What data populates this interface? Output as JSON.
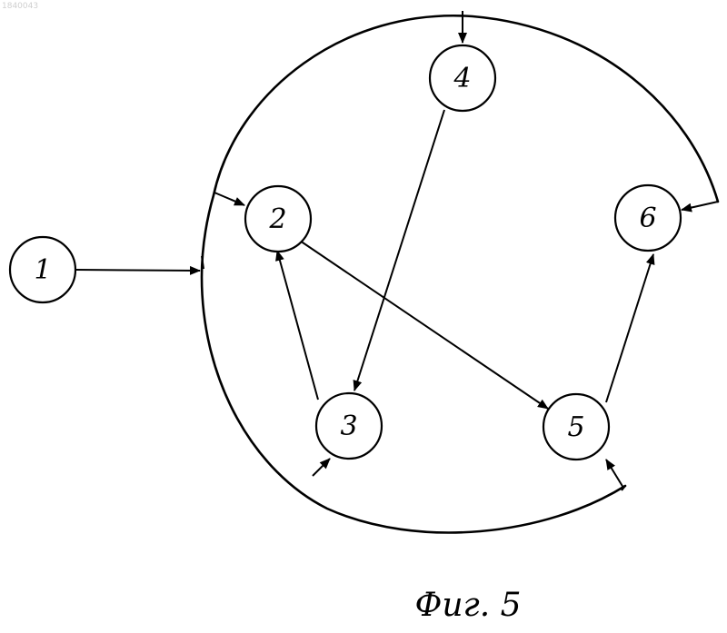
{
  "document_id": "1840043",
  "caption": "Фиг. 5",
  "colors": {
    "ink": "#000000",
    "paper": "#ffffff"
  },
  "nodes": [
    {
      "id": "1",
      "label": "1"
    },
    {
      "id": "2",
      "label": "2"
    },
    {
      "id": "3",
      "label": "3"
    },
    {
      "id": "4",
      "label": "4"
    },
    {
      "id": "5",
      "label": "5"
    },
    {
      "id": "6",
      "label": "6"
    }
  ],
  "edges": [
    {
      "from": "1",
      "to": "ring"
    },
    {
      "from": "ring",
      "to": "2"
    },
    {
      "from": "ring",
      "to": "4"
    },
    {
      "from": "4",
      "to": "3"
    },
    {
      "from": "3",
      "to": "2"
    },
    {
      "from": "2",
      "to": "5"
    },
    {
      "from": "5",
      "to": "6"
    },
    {
      "from": "ring",
      "to": "6"
    },
    {
      "from": "ring",
      "to": "5"
    },
    {
      "from": "ring",
      "to": "3"
    }
  ]
}
